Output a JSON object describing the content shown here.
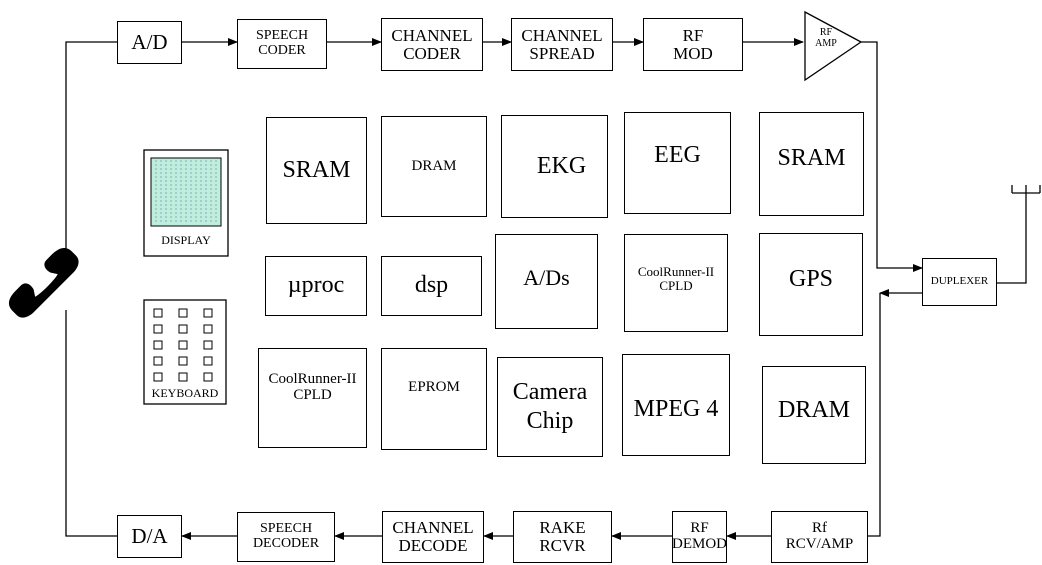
{
  "tx": {
    "ad": "A/D",
    "speech_coder": [
      "SPEECH",
      "CODER"
    ],
    "channel_coder": [
      "CHANNEL",
      "CODER"
    ],
    "channel_spread": [
      "CHANNEL",
      "SPREAD"
    ],
    "rf_mod": [
      "RF",
      "MOD"
    ],
    "rf_amp": [
      "RF",
      "AMP"
    ]
  },
  "rx": {
    "da": "D/A",
    "speech_decoder": [
      "SPEECH",
      "DECODER"
    ],
    "channel_decode": [
      "CHANNEL",
      "DECODE"
    ],
    "rake_rcvr": [
      "RAKE",
      "RCVR"
    ],
    "rf_demod": [
      "RF",
      "DEMOD"
    ],
    "rf_rcv_amp": [
      "Rf",
      "RCV/AMP"
    ]
  },
  "duplexer": "DUPLEXER",
  "display_label": "DISPLAY",
  "keyboard_label": "KEYBOARD",
  "chips": {
    "sram_1": "SRAM",
    "dram_1": "DRAM",
    "ekg": "EKG",
    "eeg": "EEG",
    "sram_2": "SRAM",
    "uproc": "µproc",
    "dsp": "dsp",
    "ads": "A/Ds",
    "cpld_1": [
      "CoolRunner-II",
      "CPLD"
    ],
    "gps": "GPS",
    "cpld_2": [
      "CoolRunner-II",
      "CPLD"
    ],
    "eprom": "EPROM",
    "camera_chip": [
      "Camera",
      "Chip"
    ],
    "mpeg4": "MPEG 4",
    "dram_2": "DRAM"
  }
}
